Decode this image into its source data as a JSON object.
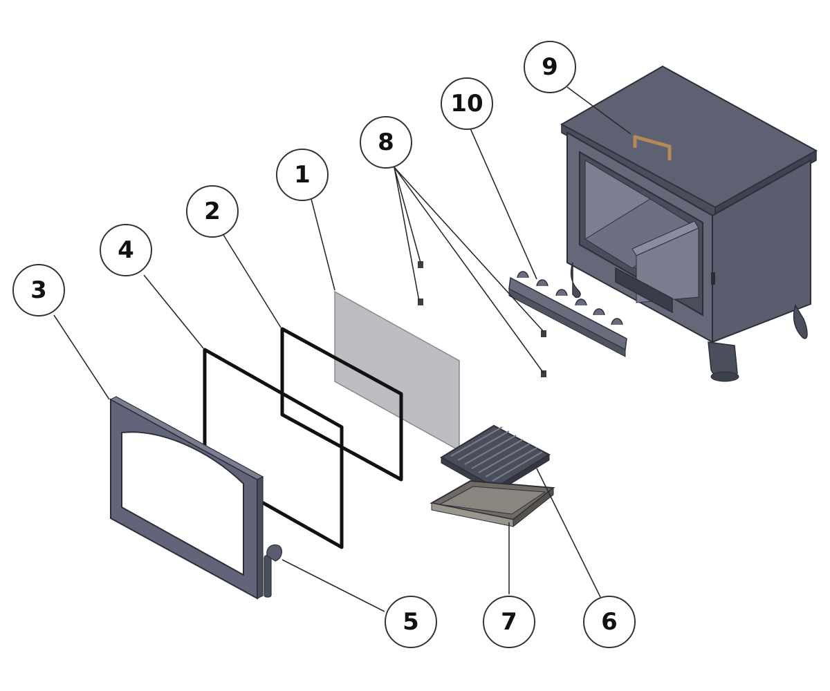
{
  "diagram": {
    "callouts": [
      {
        "id": "c1",
        "label": "1"
      },
      {
        "id": "c2",
        "label": "2"
      },
      {
        "id": "c3",
        "label": "3"
      },
      {
        "id": "c4",
        "label": "4"
      },
      {
        "id": "c5",
        "label": "5"
      },
      {
        "id": "c6",
        "label": "6"
      },
      {
        "id": "c7",
        "label": "7"
      },
      {
        "id": "c8",
        "label": "8"
      },
      {
        "id": "c9",
        "label": "9"
      },
      {
        "id": "c10",
        "label": "10"
      }
    ]
  },
  "colors": {
    "stove_body": "#5a5d6e",
    "stove_dark": "#3c3f4c",
    "glass": "#bdbdc2",
    "handle_brass": "#b58a55",
    "ash_pan": "#6f6a64"
  }
}
